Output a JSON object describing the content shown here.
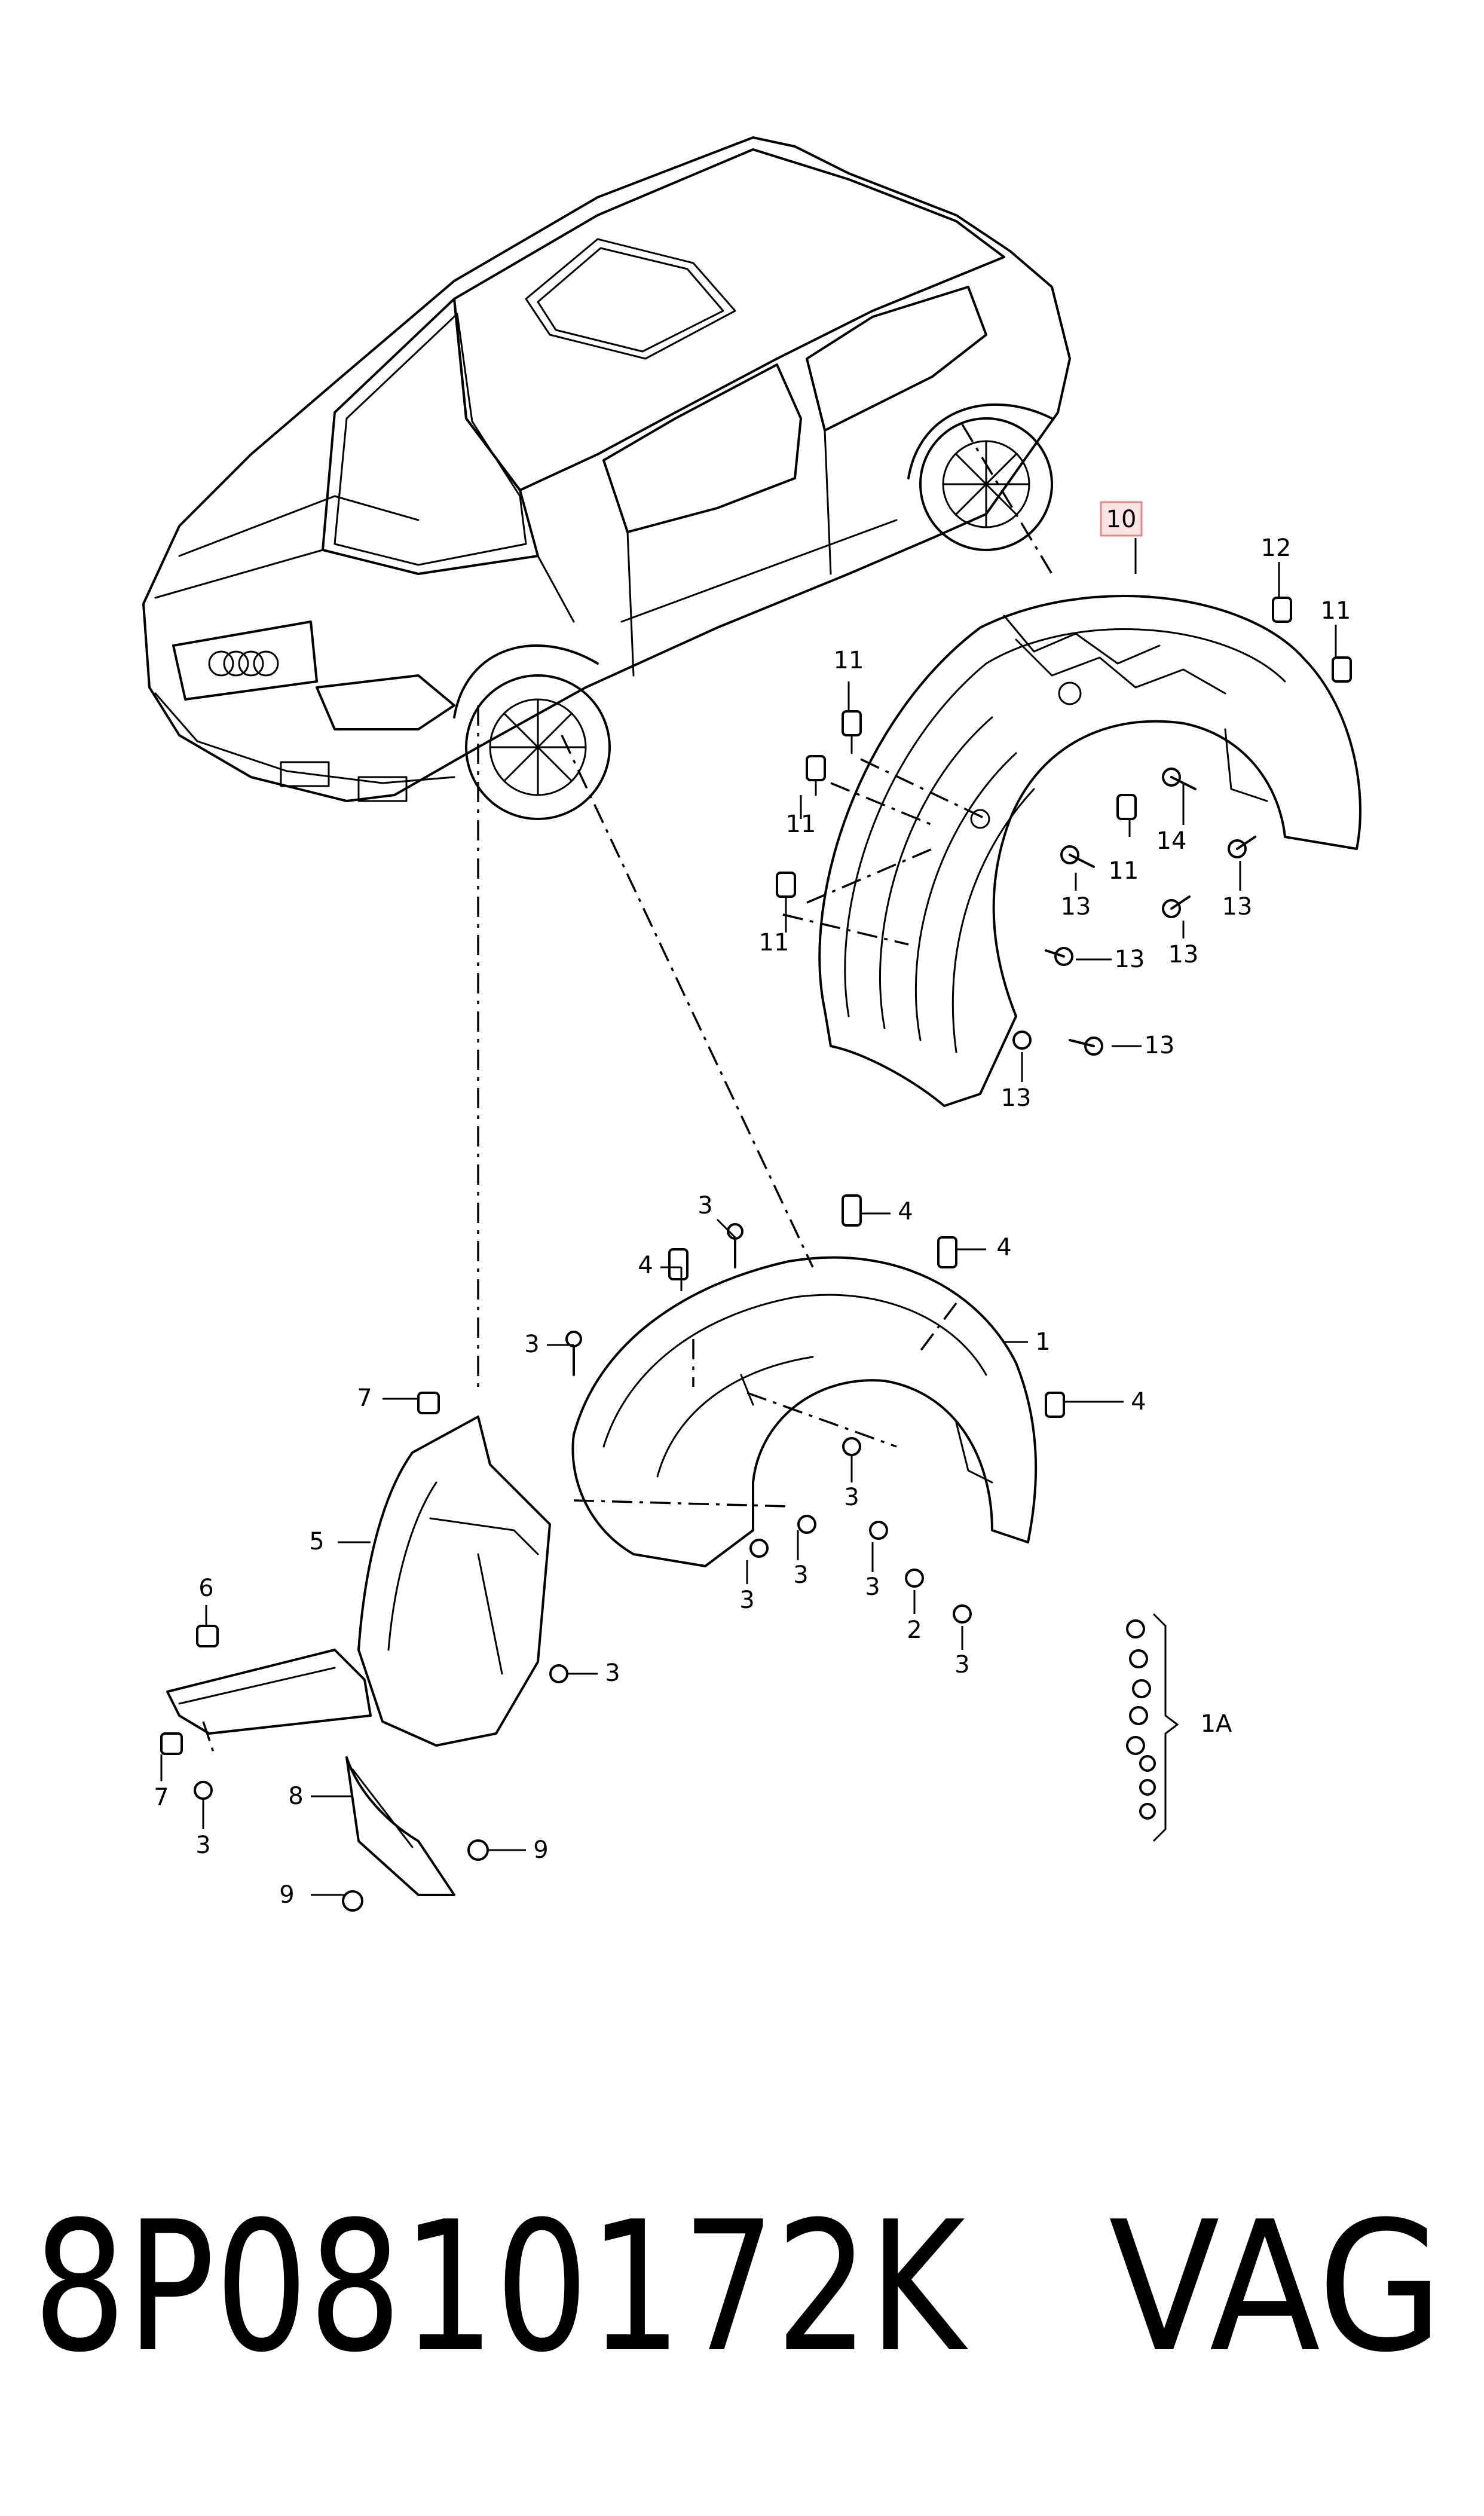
{
  "diagram": {
    "callouts": {
      "c1": "1",
      "c1A": "1A",
      "c2": "2",
      "c3": "3",
      "c4": "4",
      "c5": "5",
      "c6": "6",
      "c7": "7",
      "c8": "8",
      "c9": "9",
      "c10": "10",
      "c11": "11",
      "c12": "12",
      "c13": "13",
      "c14": "14"
    },
    "highlight_color": "#e08a8a"
  },
  "footer": {
    "part_number": "8P0810172K",
    "brand": "VAG"
  }
}
